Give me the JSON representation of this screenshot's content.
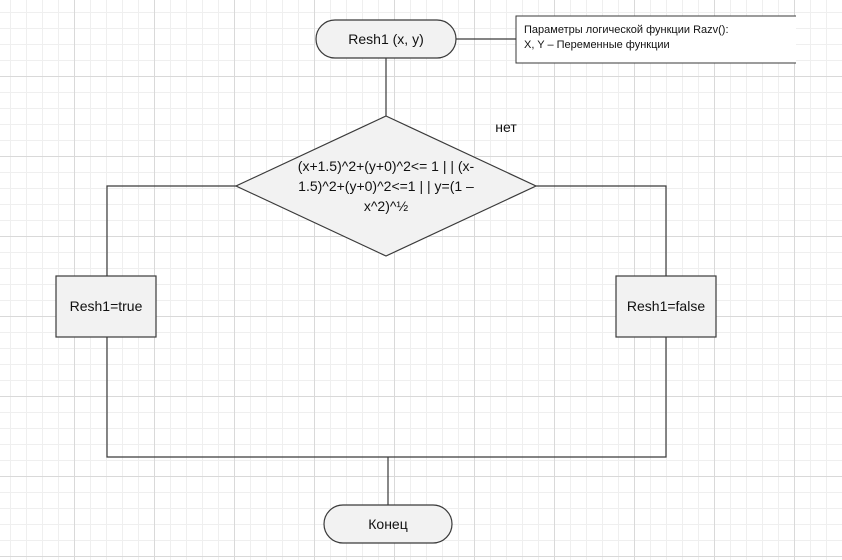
{
  "start": {
    "label": "Resh1 (x, y)"
  },
  "note": {
    "line1": "Параметры логической функции Razv():",
    "line2": "X, Y – Переменные функции"
  },
  "decision": {
    "lines": [
      "(x+1.5)^2+(y+0)^2<= 1 | | (x-",
      "1.5)^2+(y+0)^2<=1 | | y=(1 –",
      "x^2)^½"
    ],
    "no_label": "нет"
  },
  "true_box": {
    "label": "Resh1=true"
  },
  "false_box": {
    "label": "Resh1=false"
  },
  "end": {
    "label": "Конец"
  }
}
